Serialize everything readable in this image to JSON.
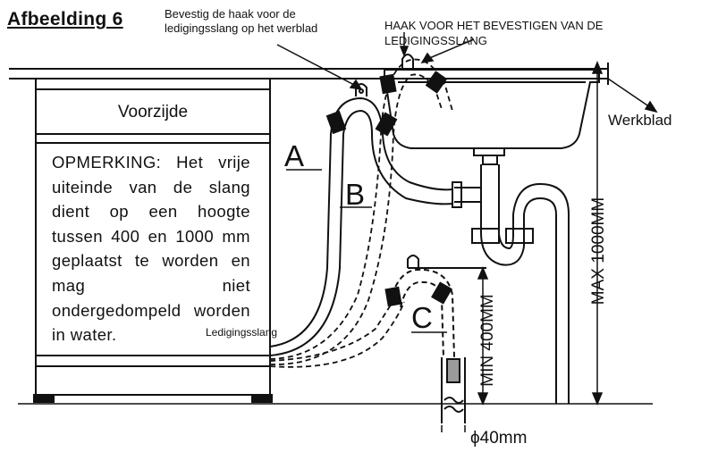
{
  "figure_title": "Afbeelding 6",
  "callouts": {
    "hook_countertop": "Bevestig de haak voor de ledigingsslang op het werblad",
    "hook_drain_hose": "HAAK VOOR HET BEVESTIGEN VAN DE LEDIGINGSSLANG",
    "countertop": "Werkblad"
  },
  "appliance": {
    "front_label": "Voorzijde",
    "note": "OPMERKING: Het vrije uiteinde van de slang dient op een hoogte tussen 400 en 1000 mm geplaatst te worden en mag niet ondergedompeld worden in water."
  },
  "hose_label": "Ledigingsslang",
  "options": {
    "a": "A",
    "b": "B",
    "c": "C"
  },
  "dimensions": {
    "max_height": "MAX 1000MM",
    "min_height": "MIN 400MM",
    "pipe_diameter": "ϕ40mm"
  },
  "colors": {
    "line": "#111111",
    "hose_clip": "#111111",
    "filter_grey": "#9a9a9a"
  }
}
